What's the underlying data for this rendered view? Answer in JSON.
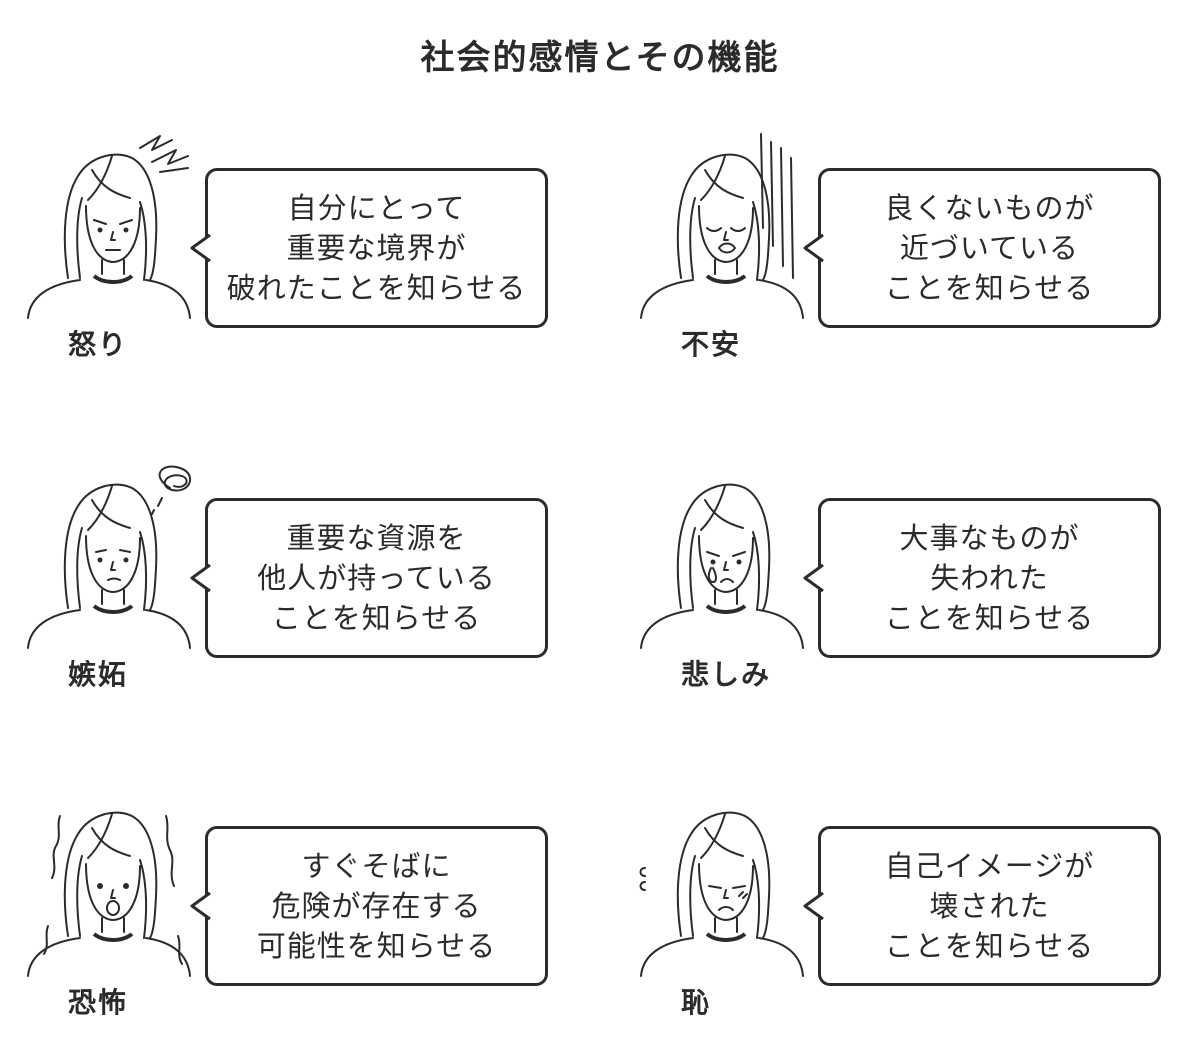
{
  "title": "社会的感情とその機能",
  "emotions": [
    {
      "label": "怒り",
      "lines": [
        "自分にとって",
        "重要な境界が",
        "破れたことを知らせる"
      ],
      "mark": "anger"
    },
    {
      "label": "不安",
      "lines": [
        "良くないものが",
        "近づいている",
        "ことを知らせる"
      ],
      "mark": "anxiety"
    },
    {
      "label": "嫉妬",
      "lines": [
        "重要な資源を",
        "他人が持っている",
        "ことを知らせる"
      ],
      "mark": "jealousy"
    },
    {
      "label": "悲しみ",
      "lines": [
        "大事なものが",
        "失われた",
        "ことを知らせる"
      ],
      "mark": "sadness"
    },
    {
      "label": "恐怖",
      "lines": [
        "すぐそばに",
        "危険が存在する",
        "可能性を知らせる"
      ],
      "mark": "fear"
    },
    {
      "label": "恥",
      "lines": [
        "自己イメージが",
        "壊された",
        "ことを知らせる"
      ],
      "mark": "shame"
    }
  ]
}
